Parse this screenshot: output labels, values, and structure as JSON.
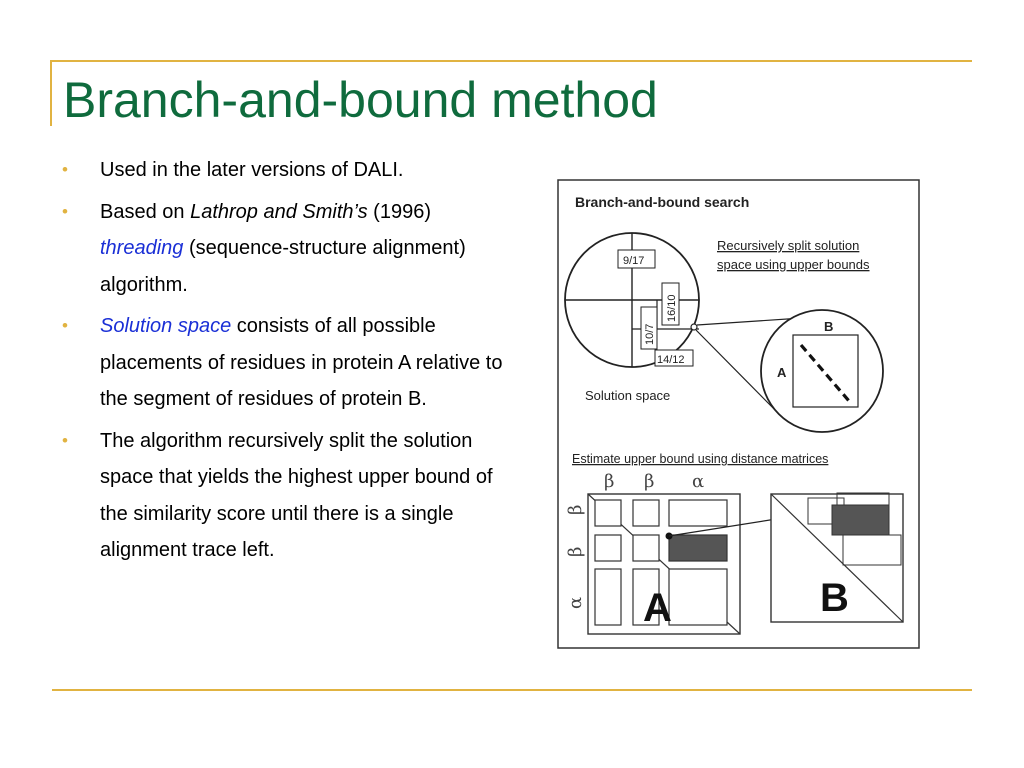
{
  "slide": {
    "title": "Branch-and-bound method",
    "bullets": [
      {
        "text": "Used in the later versions of DALI."
      },
      {
        "pre": "Based on ",
        "italic": "Lathrop and Smith’s",
        "mid1": " (1996) ",
        "highlight": "threading",
        "post": " (sequence-structure alignment) algorithm."
      },
      {
        "highlight": "Solution space",
        "post": " consists of all possible placements of residues in protein A relative to the segment of residues of protein B."
      },
      {
        "text": "The algorithm recursively split the solution space that yields the highest upper bound of the similarity score until there is a single alignment trace left."
      }
    ],
    "colors": {
      "title": "#0f6b3d",
      "accent_rule": "#e1b341",
      "highlight": "#1a2fd6"
    }
  },
  "figure": {
    "heading": "Branch-and-bound search",
    "split_caption_1": "Recursively split solution",
    "split_caption_2": "space using upper bounds",
    "solution_space_label": "Solution space",
    "box_labels": [
      "9/17",
      "16/10",
      "10/7",
      "14/12"
    ],
    "zoom_label_a": "A",
    "zoom_label_b": "B",
    "estimate_caption": "Estimate upper bound using distance matrices",
    "matrix_col_labels": [
      "β",
      "β",
      "α"
    ],
    "matrix_row_labels": [
      "β",
      "β",
      "α"
    ],
    "matrix_a_label": "A",
    "matrix_b_label": "B"
  }
}
